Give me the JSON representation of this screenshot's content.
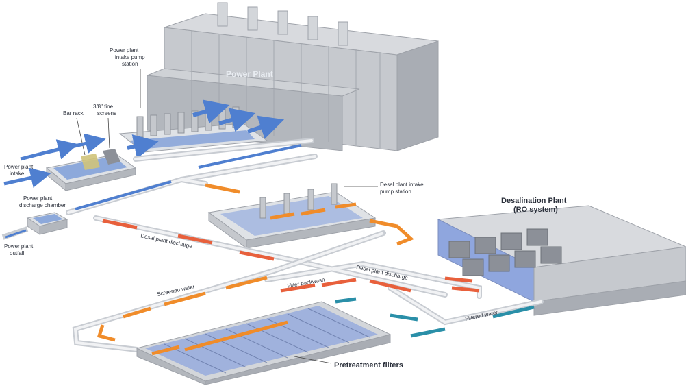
{
  "labels": {
    "power_plant": "Power Plant",
    "pp_pump_1": "Power plant",
    "pp_pump_2": "intake pump",
    "pp_pump_3": "station",
    "fine_screens_1": "3/8\" fine",
    "fine_screens_2": "screens",
    "bar_rack": "Bar rack",
    "pp_intake_1": "Power plant",
    "pp_intake_2": "intake",
    "discharge_chamber_1": "Power plant",
    "discharge_chamber_2": "discharge chamber",
    "outfall_1": "Power plant",
    "outfall_2": "outfall",
    "desal_pump_1": "Desal plant intake",
    "desal_pump_2": "pump station",
    "desal_plant_1": "Desalination Plant",
    "desal_plant_2": "(RO system)",
    "desal_discharge_left": "Desal plant discharge",
    "desal_discharge_right": "Desal plant discharge",
    "screened_water": "Screened water",
    "filter_backwash": "Filter backwash",
    "filtered_water": "Filtered water",
    "pretreatment": "Pretreatment filters"
  },
  "colors": {
    "seawater": "#4f7fd0",
    "screened": "#f08c2a",
    "discharge": "#e8603c",
    "filtered": "#2a8fa8",
    "building": "#b9bcc2",
    "pipe": "#e4e6ea"
  }
}
